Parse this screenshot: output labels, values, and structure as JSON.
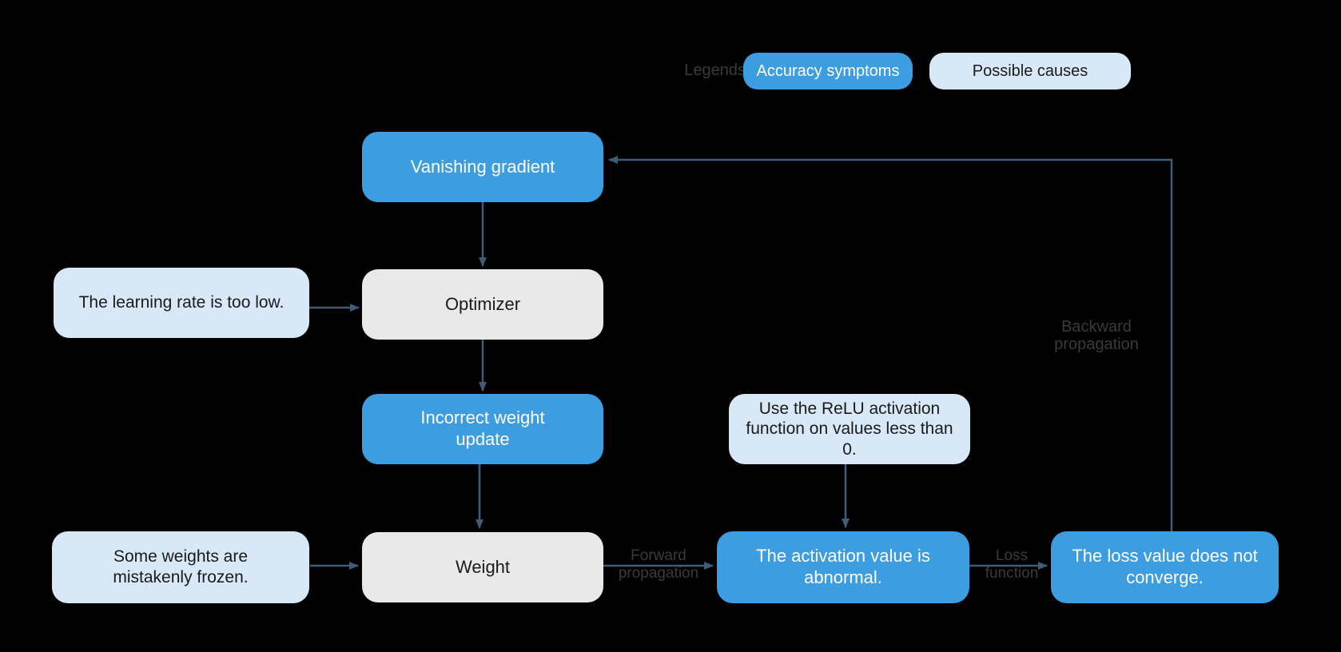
{
  "colors": {
    "background": "#000000",
    "symptom_blue": "#3d9de1",
    "cause_light_blue": "#d8e8f7",
    "neutral_gray": "#e9e9e9",
    "arrow": "#3e5c7a",
    "faint_label": "#3a3a3a",
    "symptom_text": "#ffffff",
    "cause_text": "#1a1a1a"
  },
  "legend": {
    "title": "Legends",
    "symptom_label": "Accuracy symptoms",
    "cause_label": "Possible causes"
  },
  "nodes": {
    "vanishing_gradient": "Vanishing gradient",
    "optimizer": "Optimizer",
    "incorrect_update": "Incorrect weight update",
    "weight": "Weight",
    "learning_rate": "The learning rate is too low.",
    "frozen_weights": "Some weights are mistakenly frozen.",
    "relu": "Use the ReLU activation function on values less than 0.",
    "activation_abnormal": "The activation value is abnormal.",
    "loss_not_converge": "The loss value does not converge."
  },
  "edge_labels": {
    "forward": {
      "line1": "Forward",
      "line2": "propagation"
    },
    "loss_function": {
      "line1": "Loss",
      "line2": "function"
    },
    "backward": {
      "line1": "Backward",
      "line2": "propagation"
    }
  }
}
